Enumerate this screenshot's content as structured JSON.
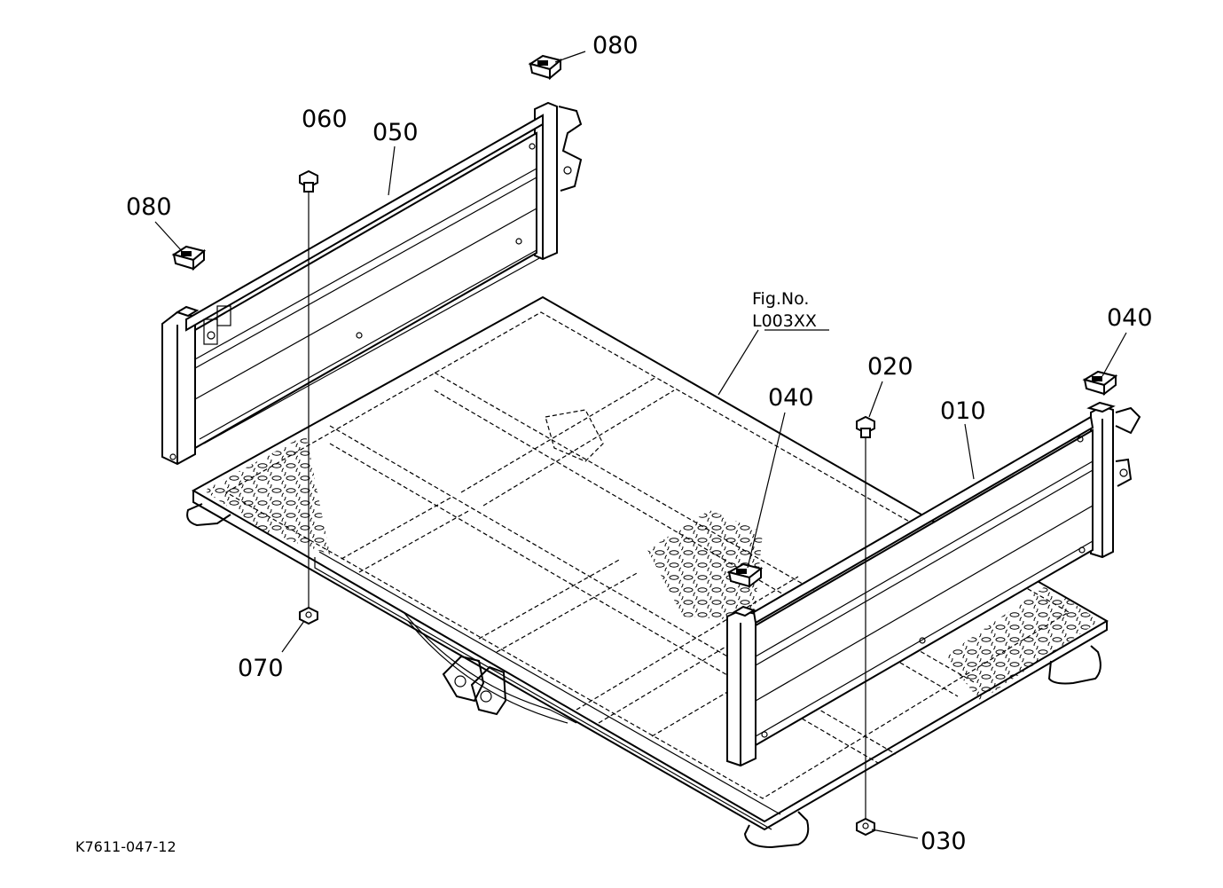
{
  "figure": {
    "fig_label": "Fig.No.",
    "fig_number": "L003XX",
    "drawing_code": "K7611-047-12"
  },
  "callouts": [
    {
      "id": "c080a",
      "text": "080"
    },
    {
      "id": "c060",
      "text": "060"
    },
    {
      "id": "c050",
      "text": "050"
    },
    {
      "id": "c080b",
      "text": "080"
    },
    {
      "id": "c040a",
      "text": "040"
    },
    {
      "id": "c020",
      "text": "020"
    },
    {
      "id": "c010",
      "text": "010"
    },
    {
      "id": "c040b",
      "text": "040"
    },
    {
      "id": "c070",
      "text": "070"
    },
    {
      "id": "c030",
      "text": "030"
    }
  ]
}
